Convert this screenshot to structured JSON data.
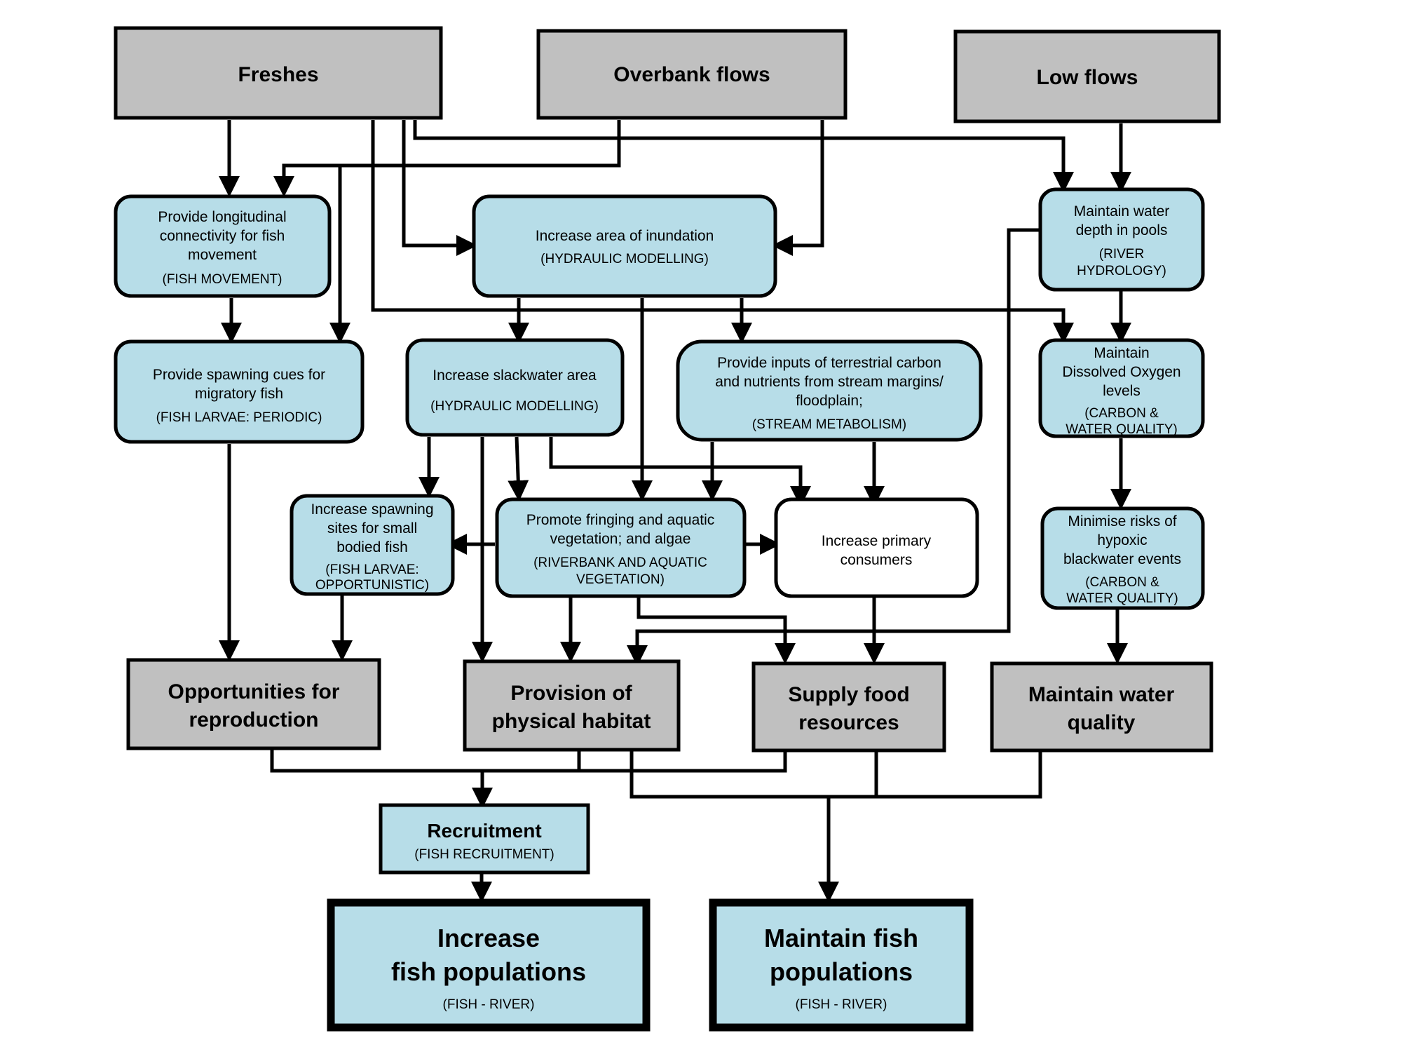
{
  "top_drivers": {
    "freshes": "Freshes",
    "overbank": "Overbank flows",
    "low_flows": "Low flows"
  },
  "processes": {
    "longitudinal": {
      "l1": "Provide longitudinal",
      "l2": "connectivity for fish",
      "l3": "movement",
      "tag": "(FISH MOVEMENT)"
    },
    "inundation": {
      "l1": "Increase area of inundation",
      "tag": "(HYDRAULIC MODELLING)"
    },
    "water_depth": {
      "l1": "Maintain water",
      "l2": "depth in pools",
      "tag1": "(RIVER",
      "tag2": "HYDROLOGY)"
    },
    "spawning_cues": {
      "l1": "Provide  spawning cues for",
      "l2": "migratory fish",
      "tag": "(FISH LARVAE: PERIODIC)"
    },
    "slackwater": {
      "l1": "Increase slackwater area",
      "tag": "(HYDRAULIC MODELLING)"
    },
    "carbon_inputs": {
      "l1": "Provide inputs of terrestrial carbon",
      "l2": "and nutrients  from stream margins/",
      "l3": "floodplain;",
      "tag": "(STREAM METABOLISM)"
    },
    "dissolved_oxygen": {
      "l1": "Maintain",
      "l2": "Dissolved Oxygen",
      "l3": "levels",
      "tag1": "(CARBON &",
      "tag2": "WATER QUALITY)"
    },
    "spawning_sites": {
      "l1": "Increase spawning",
      "l2": "sites for small",
      "l3": "bodied fish",
      "tag1": "(FISH LARVAE:",
      "tag2": "OPPORTUNISTIC)"
    },
    "vegetation": {
      "l1": "Promote  fringing and aquatic",
      "l2": "vegetation;  and algae",
      "tag1": "(RIVERBANK AND AQUATIC",
      "tag2": "VEGETATION)"
    },
    "primary_consumers": {
      "l1": "Increase  primary",
      "l2": "consumers"
    },
    "blackwater": {
      "l1": "Minimise risks of",
      "l2": "hypoxic",
      "l3": "blackwater events",
      "tag1": "(CARBON &",
      "tag2": "WATER QUALITY)"
    }
  },
  "outcomes": {
    "reproduction": {
      "l1": "Opportunities for",
      "l2": "reproduction"
    },
    "habitat": {
      "l1": "Provision of",
      "l2": "physical habitat"
    },
    "food": {
      "l1": "Supply food",
      "l2": "resources"
    },
    "water_quality": {
      "l1": "Maintain water",
      "l2": "quality"
    }
  },
  "recruitment": {
    "title": "Recruitment",
    "tag": "(FISH RECRUITMENT)"
  },
  "goals": {
    "increase": {
      "l1": "Increase",
      "l2": "fish populations",
      "tag": "(FISH - RIVER)"
    },
    "maintain": {
      "l1": "Maintain fish",
      "l2": "populations",
      "tag": "(FISH - RIVER)"
    }
  },
  "colors": {
    "driver_fill": "#c0c0c0",
    "process_fill": "#b7dde8",
    "neutral_fill": "#ffffff",
    "line": "#000000"
  }
}
